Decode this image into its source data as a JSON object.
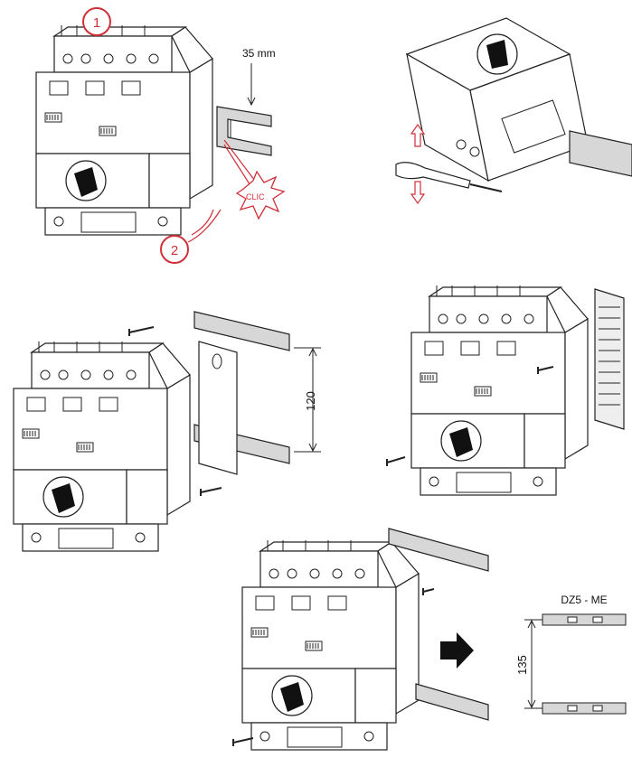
{
  "steps": {
    "step1": "1",
    "step2": "2"
  },
  "labels": {
    "rail_width": "35 mm",
    "clic": "CLIC",
    "spacing_120": "120",
    "spacing_135": "135",
    "rail_part": "DZ5 - ME"
  },
  "colors": {
    "accent_red": "#d0303a",
    "line": "#222222",
    "rail_fill": "#d7d7d7"
  },
  "icons": {
    "arrow": "right-arrow-icon",
    "updown": "up-down-arrow-icon"
  }
}
